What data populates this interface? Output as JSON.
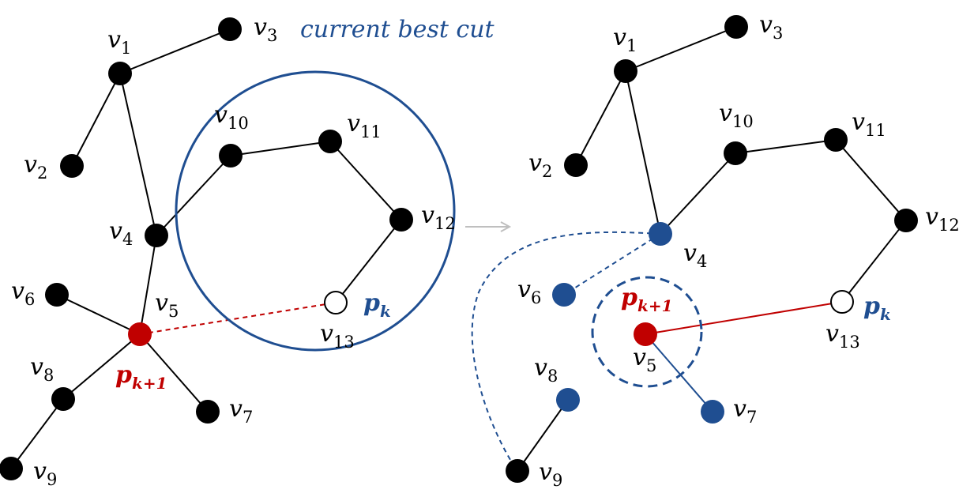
{
  "caption": "current best cut",
  "vertex_labels": {
    "v1": "1",
    "v2": "2",
    "v3": "3",
    "v4": "4",
    "v5": "5",
    "v6": "6",
    "v7": "7",
    "v8": "8",
    "v9": "9",
    "v10": "10",
    "v11": "11",
    "v12": "12",
    "v13": "13"
  },
  "vertex_letter": "v",
  "p_letter": "p",
  "pk_sub": "k",
  "pk1_sub": "k+1",
  "colors": {
    "blue": "#1f4e91",
    "red": "#c00000",
    "black": "#000000",
    "arrow": "#bfbfbf"
  }
}
